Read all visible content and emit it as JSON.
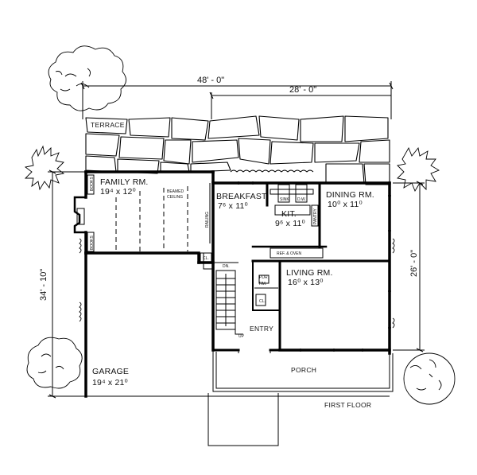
{
  "dimensions": {
    "overall_width": "48' - 0\"",
    "upper_width": "28' - 0\"",
    "left_depth": "34' - 10\"",
    "right_depth": "26' - 0\""
  },
  "rooms": {
    "terrace": "TERRACE",
    "family": {
      "name": "FAMILY RM.",
      "size": "19⁴ x 12⁰"
    },
    "breakfast": {
      "name": "BREAKFAST",
      "size": "7⁶ x 11⁰"
    },
    "kitchen": {
      "name": "KIT.",
      "size": "9⁶ x 11⁰"
    },
    "dining": {
      "name": "DINING RM.",
      "size": "10⁰ x 11⁰"
    },
    "living": {
      "name": "LIVING RM.",
      "size": "16⁰ x 13⁰"
    },
    "garage": {
      "name": "GARAGE",
      "size": "19⁴ x 21⁰"
    },
    "entry": "ENTRY",
    "porch": "PORCH",
    "powder": [
      "PDR",
      "RM."
    ]
  },
  "fixtures": {
    "beamed_ceiling": [
      "BEAMED",
      "CEILING"
    ],
    "books": "BOOKS",
    "railing": "RAILING",
    "sink": "SINK",
    "dw": "D.W.",
    "ref_oven": "REF. & OVEN",
    "pantry": "PANTRY",
    "closet": "CL.",
    "down": "DN.",
    "up": "UP"
  },
  "plan_title": "FIRST FLOOR"
}
